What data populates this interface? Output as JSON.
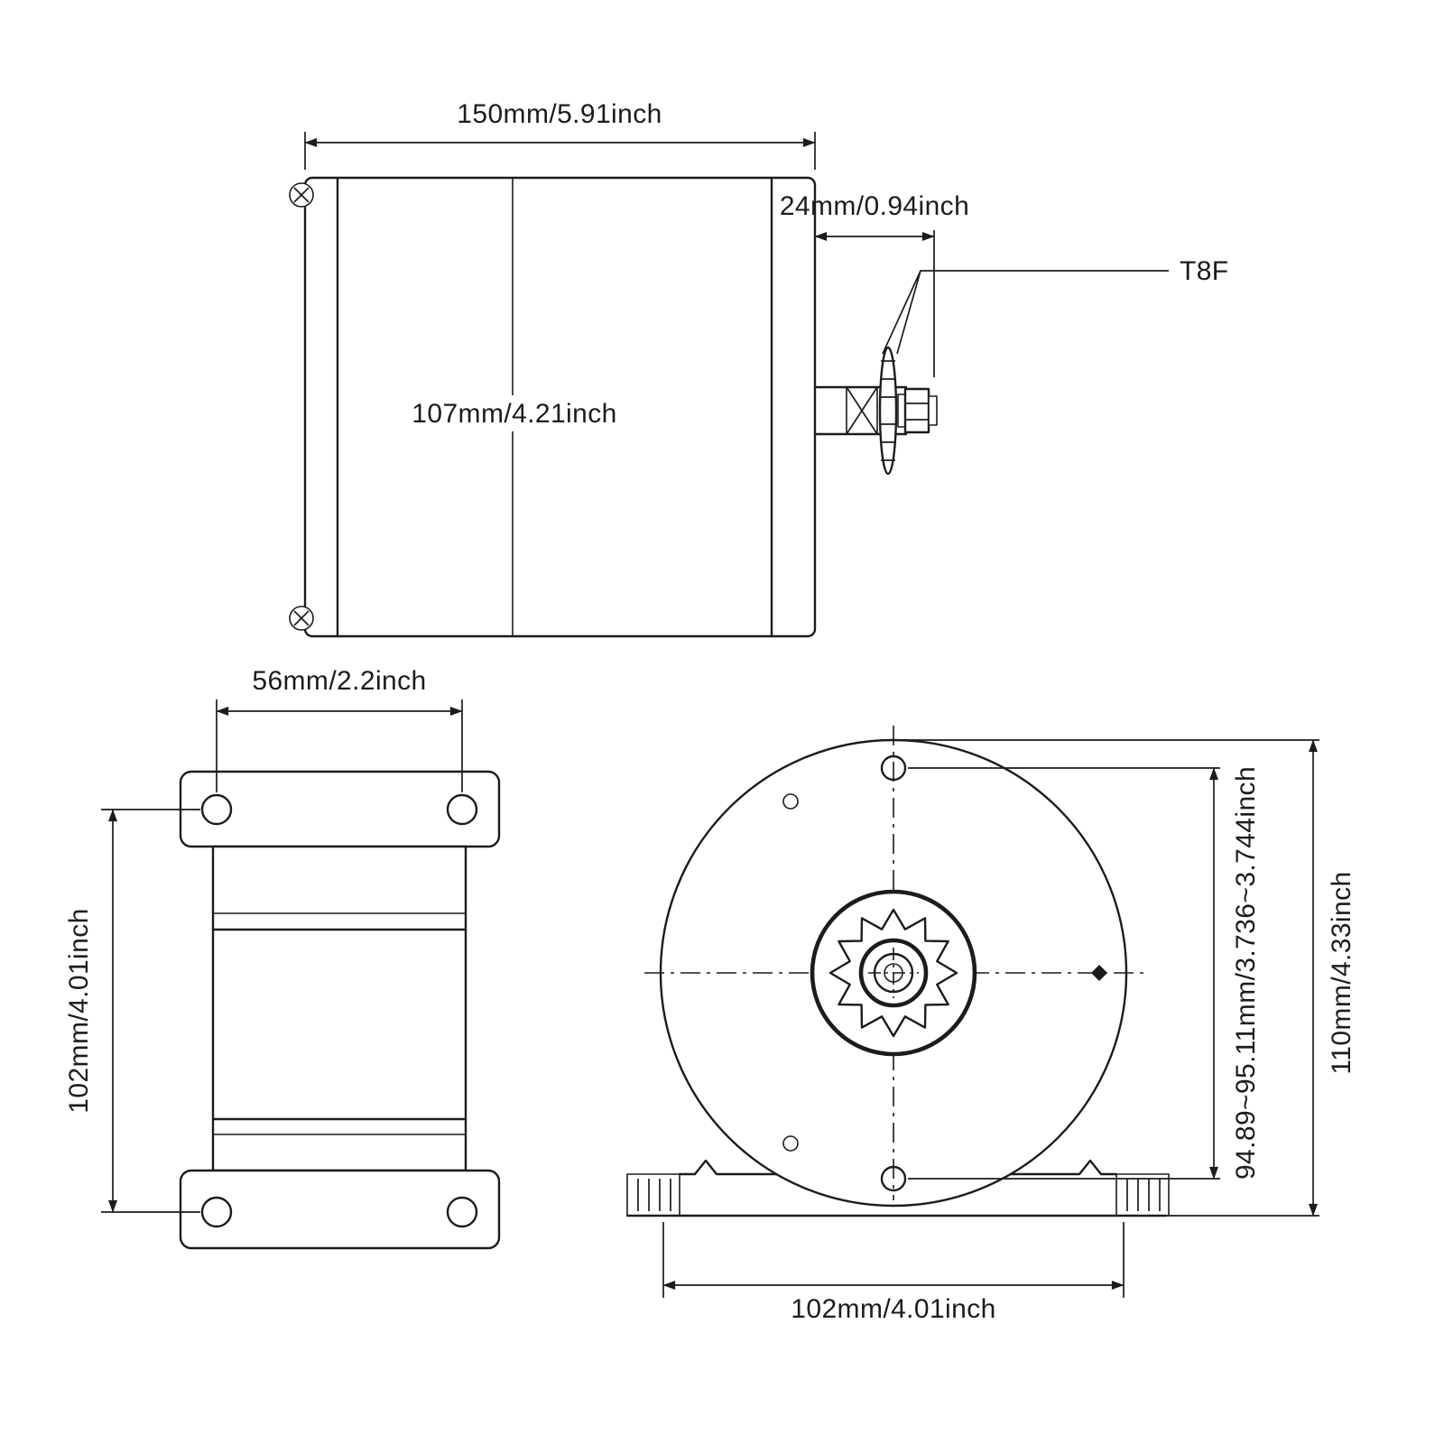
{
  "figure": {
    "background_color": "#ffffff",
    "line_color": "#1c1c1c"
  },
  "side_view": {
    "width_dim": "150mm/5.91inch",
    "body_dim": "107mm/4.21inch",
    "shaft_dim": "24mm/0.94inch",
    "sprocket_type": "T8F"
  },
  "bracket_view": {
    "hole_spacing_dim": "56mm/2.2inch",
    "height_dim": "102mm/4.01inch"
  },
  "front_view": {
    "bolt_span_dim": "94.89~95.11mm/3.736~3.744inch",
    "diameter_dim": "110mm/4.33inch",
    "base_width_dim": "102mm/4.01inch"
  }
}
